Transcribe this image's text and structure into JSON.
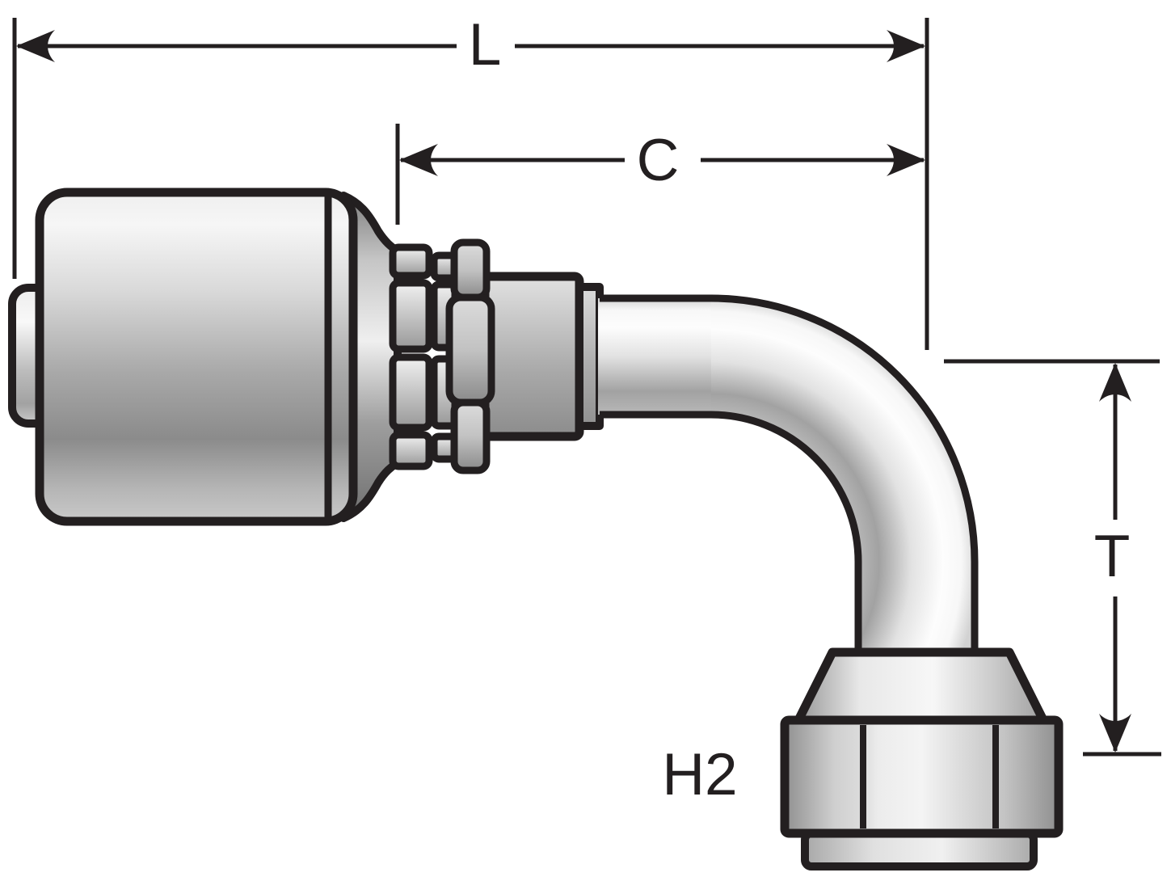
{
  "labels": {
    "overall_length": "L",
    "cutoff_length": "C",
    "drop_length": "T",
    "hex_size": "H2"
  },
  "colors": {
    "ink": "#231f20",
    "background": "#ffffff",
    "metal_highlight": "#f7f7f7",
    "metal_light": "#dedede",
    "metal_mid": "#a8a8a8",
    "metal_dark": "#8a8a8a"
  }
}
